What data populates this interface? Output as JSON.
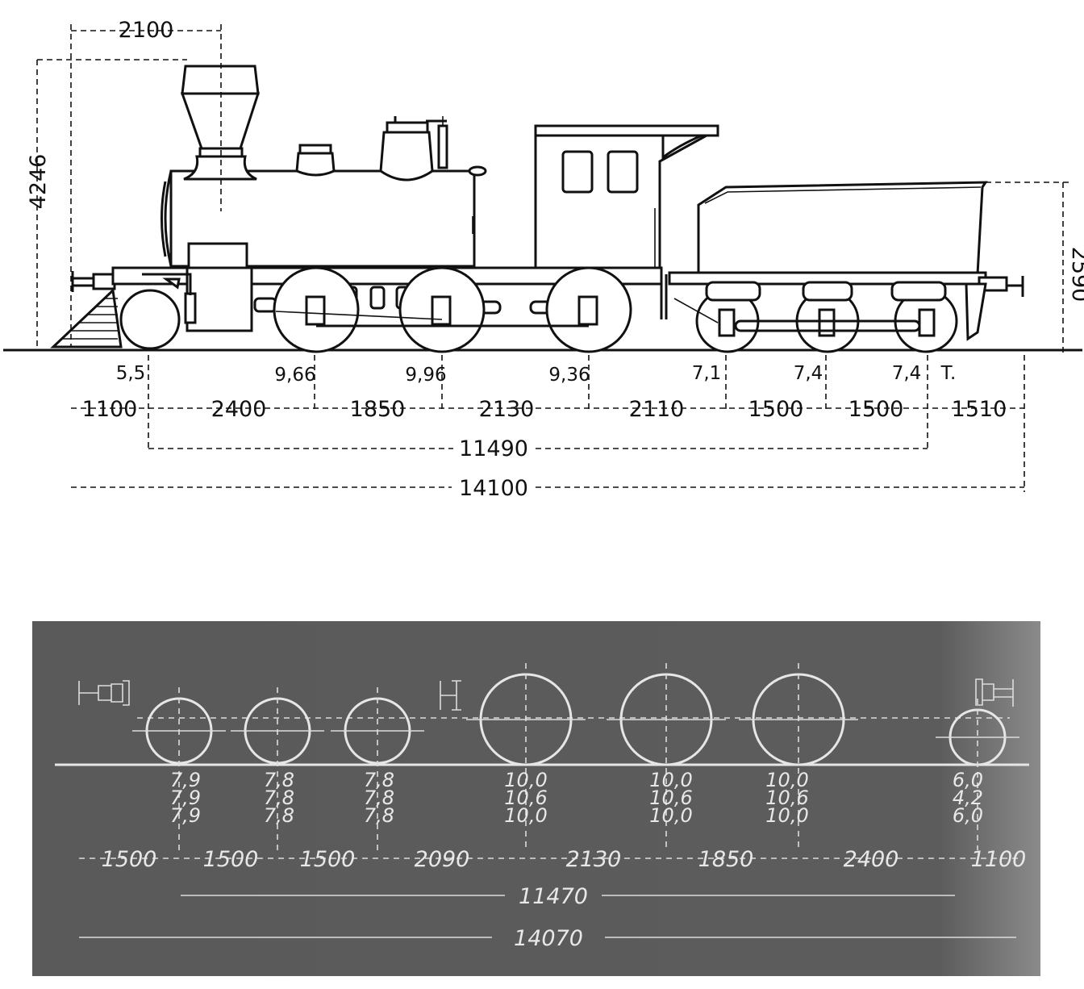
{
  "elevation": {
    "overall_dims": {
      "funnel_offset": "2100",
      "height": "4246",
      "tender_height": "2590"
    },
    "axle_loads": [
      "5,5",
      "9,66",
      "9,96",
      "9,36",
      "7,1",
      "7,4",
      "7,4"
    ],
    "tender_mark": "T.",
    "spacings": [
      "1100",
      "2400",
      "1850",
      "2130",
      "2110",
      "1500",
      "1500",
      "1510"
    ],
    "wheelbase_total": "11490",
    "length_total": "14100"
  },
  "plan": {
    "axles": [
      {
        "loads": [
          "7,9",
          "7,9",
          "7,9"
        ]
      },
      {
        "loads": [
          "7,8",
          "7,8",
          "7,8"
        ]
      },
      {
        "loads": [
          "7,8",
          "7,8",
          "7,8"
        ]
      },
      {
        "loads": [
          "10,0",
          "10,6",
          "10,0"
        ]
      },
      {
        "loads": [
          "10,0",
          "10,6",
          "10,0"
        ]
      },
      {
        "loads": [
          "10,0",
          "10,6",
          "10,0"
        ]
      },
      {
        "loads": [
          "6,0",
          "4,2",
          "6,0"
        ]
      }
    ],
    "spacings": [
      "1500",
      "1500",
      "1500",
      "2090",
      "2130",
      "1850",
      "2400",
      "1100"
    ],
    "wheelbase_total": "11470",
    "length_total": "14070",
    "colors": {
      "background": "#5b5b5b",
      "ink": "#e8e8e8"
    }
  }
}
